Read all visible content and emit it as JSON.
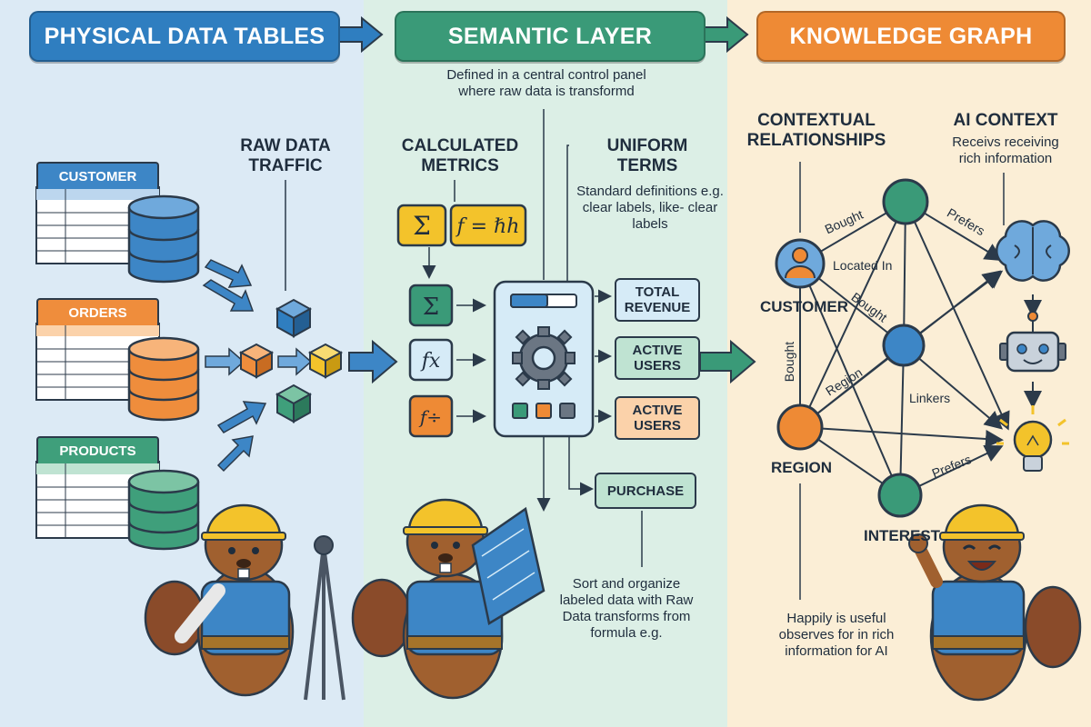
{
  "headers": {
    "physical": "PHYSICAL DATA TABLES",
    "semantic": "SEMANTIC LAYER",
    "graph": "KNOWLEDGE GRAPH"
  },
  "physical": {
    "tables": [
      "CUSTOMER",
      "ORDERS",
      "PRODUCTS"
    ],
    "raw_data_heading": "RAW DATA TRAFFIC"
  },
  "semantic": {
    "top_note": "Defined in a central control panel where raw data is transformd",
    "calculated_heading": "CALCULATED METRICS",
    "formula_text": "f = ℏh",
    "uniform_heading": "UNIFORM TERMS",
    "uniform_note": "Standard definitions e.g. clear labels, like- clear labels",
    "outputs": [
      "TOTAL REVENUE",
      "ACTIVE USERS",
      "ACTIVE USERS",
      "PURCHASE"
    ],
    "bottom_note": "Sort and organize labeled data with Raw Data transforms from formula e.g."
  },
  "graph": {
    "contextual_heading": "CONTEXTUAL RELATIONSHIPS",
    "ai_heading": "AI CONTEXT",
    "ai_note": "Receivs receiving rich information",
    "nodes": {
      "customer": "CUSTOMER",
      "region": "REGION",
      "interest": "INTEREST"
    },
    "edges": {
      "bought_top": "Bought",
      "located_in": "Located In",
      "bought_mid": "Bought",
      "bought_left": "Bought",
      "region": "Region",
      "linkers": "Linkers",
      "prefers_top": "Prefers",
      "prefers_bottom": "Prefers"
    },
    "bottom_note": "Happily is useful observes for in rich information for AI"
  },
  "colors": {
    "blue": "#2f7ec0",
    "green": "#3a9a78",
    "orange": "#ee8a35",
    "yellow": "#f3c32b"
  }
}
